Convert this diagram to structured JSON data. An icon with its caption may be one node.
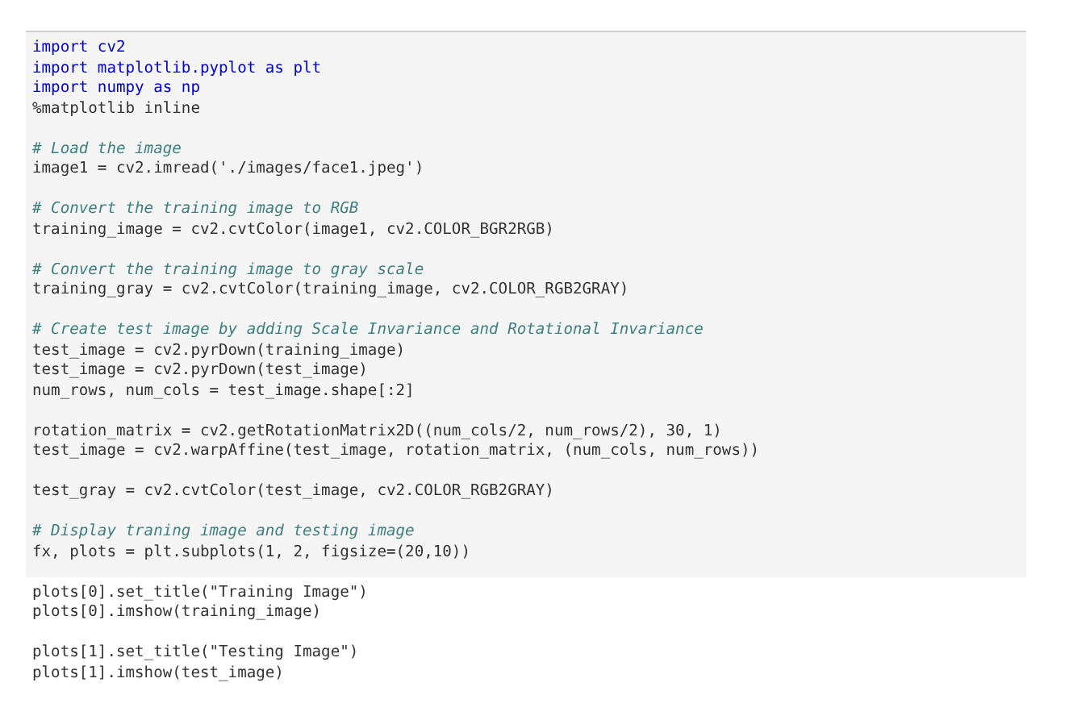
{
  "diagram": {
    "labels": [
      "import cv2",
      "import matplotlib.pyplot as plt",
      "import numpy as np",
      "%matplotlib inline",
      "# Load the image",
      "image1 = cv2.imread('./images/face1.jpeg')",
      "# Convert the training image to RGB",
      "training_image = cv2.cvtColor(image1, cv2.COLOR_BGR2RGB)",
      "# Convert the training image to gray scale",
      "training_gray = cv2.cvtColor(training_image, cv2.COLOR_RGB2GRAY)",
      "# Create test image by adding Scale Invariance and Rotational Invariance",
      "test_image = cv2.pyrDown(training_image)",
      "test_image = cv2.pyrDown(test_image)",
      "num_rows, num_cols = test_image.shape[:2]",
      "rotation_matrix = cv2.getRotationMatrix2D((num_cols/2, num_rows/2), 30, 1)",
      "test_image = cv2.warpAffine(test_image, rotation_matrix, (num_cols, num_rows))",
      "test_gray = cv2.cvtColor(test_image, cv2.COLOR_RGB2GRAY)",
      "# Display traning image and testing image",
      "fx, plots = plt.subplots(1, 2, figsize=(20,10))",
      "plots[0].set_title(\"Training Image\")",
      "plots[0].imshow(training_image)",
      "plots[1].set_title(\"Testing Image\")",
      "plots[1].imshow(test_image)"
    ]
  }
}
